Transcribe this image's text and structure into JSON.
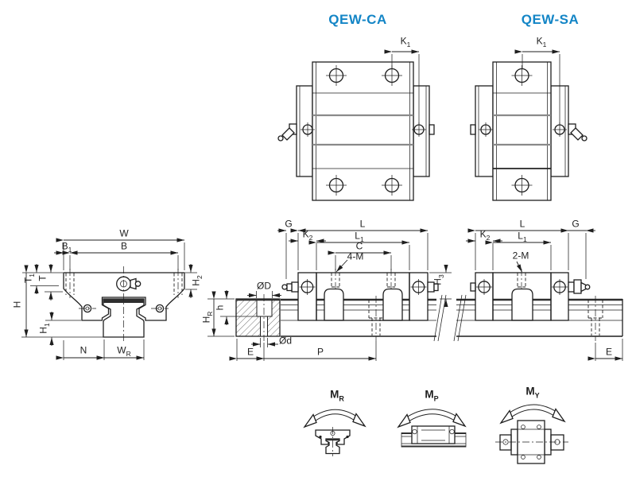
{
  "colors": {
    "accent": "#1385c6",
    "line": "#1f1f1f",
    "gray": "#8a8a8a"
  },
  "titles": {
    "ca": "QEW-CA",
    "sa": "QEW-SA"
  },
  "dims": {
    "k1": {
      "base": "K",
      "sub": "1"
    },
    "w": {
      "base": "W",
      "sub": ""
    },
    "b": {
      "base": "B",
      "sub": ""
    },
    "b1": {
      "base": "B",
      "sub": "1"
    },
    "t": {
      "base": "T",
      "sub": ""
    },
    "t1": {
      "base": "T",
      "sub": "1"
    },
    "h": {
      "base": "H",
      "sub": ""
    },
    "h1": {
      "base": "H",
      "sub": "1"
    },
    "h2": {
      "base": "H",
      "sub": "2"
    },
    "h3": {
      "base": "H",
      "sub": "3"
    },
    "hr": {
      "base": "H",
      "sub": "R"
    },
    "hsmall": {
      "base": "h",
      "sub": ""
    },
    "n": {
      "base": "N",
      "sub": ""
    },
    "wr": {
      "base": "W",
      "sub": "R"
    },
    "od_big": {
      "base": "ØD",
      "sub": ""
    },
    "od_small": {
      "base": "Ød",
      "sub": ""
    },
    "e": {
      "base": "E",
      "sub": ""
    },
    "p": {
      "base": "P",
      "sub": ""
    },
    "g": {
      "base": "G",
      "sub": ""
    },
    "l": {
      "base": "L",
      "sub": ""
    },
    "l1": {
      "base": "L",
      "sub": "1"
    },
    "k2": {
      "base": "K",
      "sub": "2"
    },
    "c": {
      "base": "C",
      "sub": ""
    },
    "m4": {
      "base": "4-M",
      "sub": ""
    },
    "m2": {
      "base": "2-M",
      "sub": ""
    }
  },
  "moments": {
    "mr": {
      "base": "M",
      "sub": "R"
    },
    "mp": {
      "base": "M",
      "sub": "P"
    },
    "my": {
      "base": "M",
      "sub": "Y"
    }
  }
}
